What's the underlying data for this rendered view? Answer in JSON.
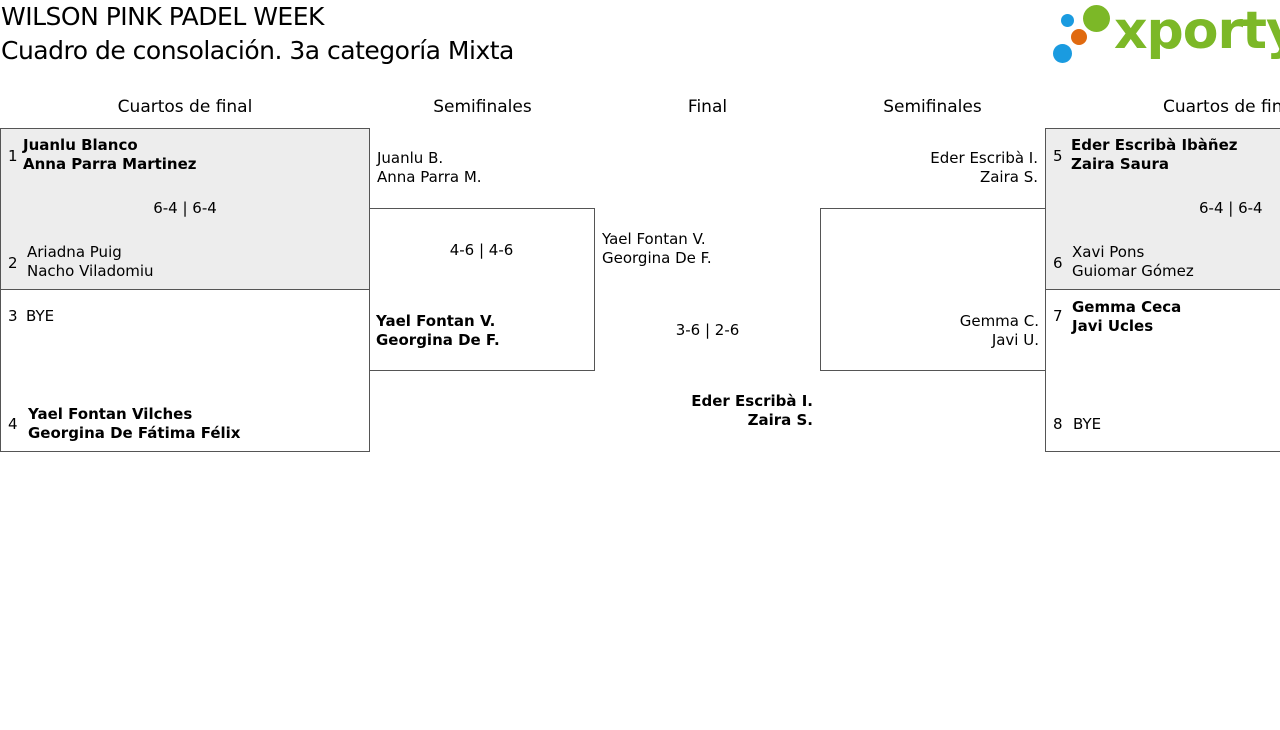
{
  "header": {
    "event_title": "WILSON PINK PADEL WEEK",
    "draw_title": "Cuadro de consolación. 3a categoría Mixta"
  },
  "logo": {
    "text": "xporty",
    "brand_color": "#7cb827",
    "dot_colors": [
      "#1a9be0",
      "#7cb827",
      "#e06a10",
      "#1a9be0"
    ]
  },
  "rounds": {
    "left_quarters": "Cuartos de final",
    "left_semis": "Semifinales",
    "final": "Final",
    "right_semis": "Semifinales",
    "right_quarters": "Cuartos de fin"
  },
  "left_quarters": {
    "match1": {
      "seed_a": "1",
      "a_p1": "Juanlu Blanco",
      "a_p2": "Anna Parra Martinez",
      "score": "6-4 | 6-4",
      "seed_b": "2",
      "b_p1": "Ariadna Puig",
      "b_p2": "Nacho Viladomiu"
    },
    "match2": {
      "seed_a": "3",
      "a_p1": "BYE",
      "seed_b": "4",
      "b_p1": "Yael Fontan Vilches",
      "b_p2": "Georgina De Fátima Félix"
    }
  },
  "left_semi": {
    "a_p1": "Juanlu B.",
    "a_p2": "Anna Parra M.",
    "score": "4-6 | 4-6",
    "b_p1": "Yael Fontan V.",
    "b_p2": "Georgina De F."
  },
  "final": {
    "a_p1": "Yael Fontan V.",
    "a_p2": "Georgina De F.",
    "score": "3-6 | 2-6",
    "b_p1": "Eder Escribà I.",
    "b_p2": "Zaira S."
  },
  "right_semi": {
    "a_p1": "Eder Escribà I.",
    "a_p2": "Zaira S.",
    "b_p1": "Gemma C.",
    "b_p2": "Javi U."
  },
  "right_quarters": {
    "match1": {
      "seed_a": "5",
      "a_p1": "Eder Escribà Ibàñez",
      "a_p2": "Zaira Saura",
      "score": "6-4 | 6-4",
      "seed_b": "6",
      "b_p1": "Xavi Pons",
      "b_p2": "Guiomar Gómez"
    },
    "match2": {
      "seed_a": "7",
      "a_p1": "Gemma Ceca",
      "a_p2": "Javi Ucles",
      "seed_b": "8",
      "b_p1": "BYE"
    }
  },
  "colors": {
    "box_shade": "#ededed",
    "border": "#555555"
  }
}
